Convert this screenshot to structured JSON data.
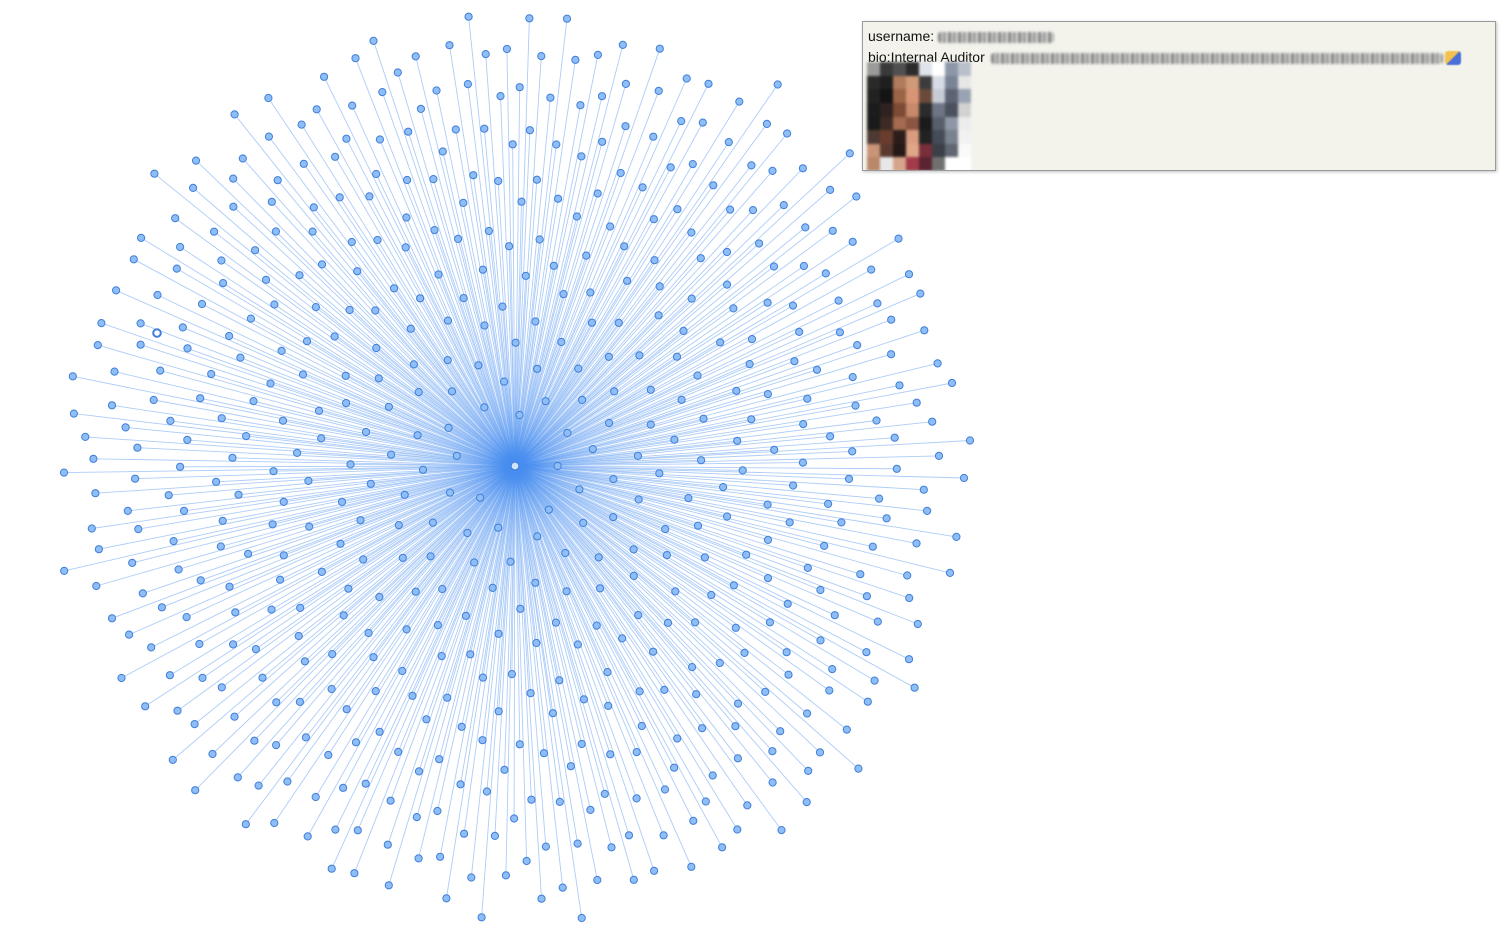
{
  "graph": {
    "edge_color": "#4a8ff0",
    "node_fill": "#8fbdf5",
    "node_stroke": "#3f7fd8",
    "leaf_count": 560,
    "selected_node": "highlighted-leaf"
  },
  "tooltip": {
    "username_label": "username:",
    "bio_label": "bio:",
    "bio_visible_text": "Internal Auditor",
    "avatar_icon": "profile-photo-pixelated",
    "redaction_icon": "blurred-text",
    "background": "#f3f3ec",
    "border": "#9a9a9a"
  }
}
